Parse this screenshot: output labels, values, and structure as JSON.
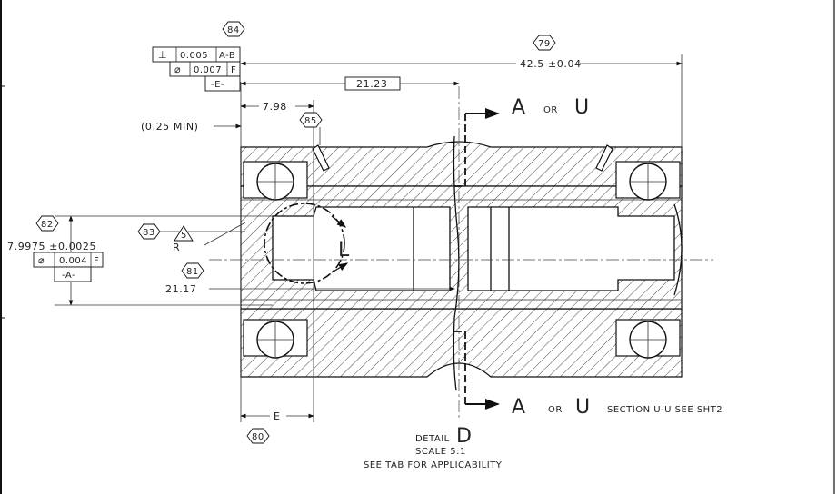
{
  "labels": {
    "bubble_84": "84",
    "bubble_79": "79",
    "bubble_85": "85",
    "bubble_82": "82",
    "bubble_83": "83",
    "bubble_5": "5",
    "bubble_81": "81",
    "bubble_80": "80",
    "fcf_perp_tol": "0.005",
    "fcf_perp_datum": "A-B",
    "fcf_runout_tol": "0.007",
    "fcf_runout_datum": "F",
    "datum_e": "-E-",
    "dim_overall": "42.5 ±0.04",
    "dim_21_23": "21.23",
    "dim_7_98": "7.98",
    "dim_min": "(0.25 MIN)",
    "dim_dia": "7.9975 ±0.0025",
    "fcf2_tol": "0.004",
    "fcf2_datum": "F",
    "datum_a": "-A-",
    "dim_21_17": "21.17",
    "radius_r": "R",
    "dim_e": "E",
    "section_a_top": "A",
    "or_top": "OR",
    "section_u_top": "U",
    "section_a_bot": "A",
    "or_bot": "OR",
    "section_u_bot": "U",
    "section_note": "SECTION U-U SEE SHT2",
    "detail_L": "L",
    "detail_label": "DETAIL",
    "detail_letter": "D",
    "scale": "SCALE 5:1",
    "applicability": "SEE TAB FOR APPLICABILITY"
  }
}
